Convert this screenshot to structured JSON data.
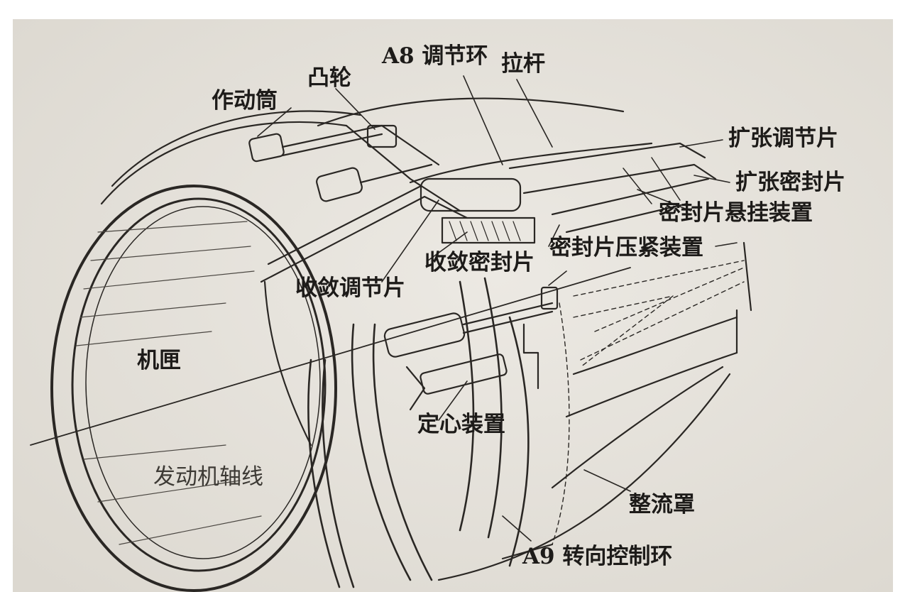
{
  "labels": {
    "a8_ring": "A8 调节环",
    "pull_rod": "拉杆",
    "cam": "凸轮",
    "actuator": "作动筒",
    "diverging_flap": "扩张调节片",
    "diverging_seal": "扩张密封片",
    "seal_suspension": "密封片悬挂装置",
    "seal_press": "密封片压紧装置",
    "converging_seal": "收敛密封片",
    "converging_flap": "收敛调节片",
    "casing": "机匣",
    "centering_device": "定心装置",
    "engine_axis": "发动机轴线",
    "fairing": "整流罩",
    "a9_ring": "A9 转向控制环"
  },
  "colors": {
    "paper": "#e8e5de",
    "ink": "#1d1b19"
  }
}
